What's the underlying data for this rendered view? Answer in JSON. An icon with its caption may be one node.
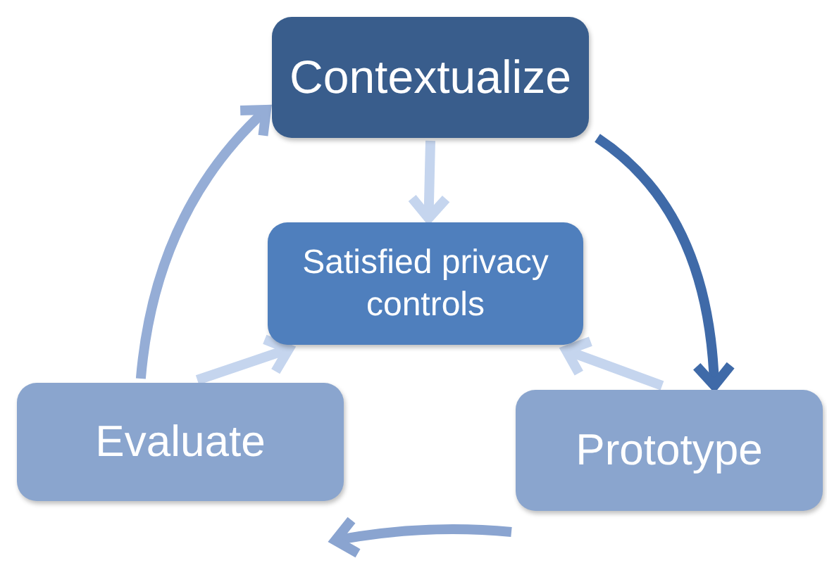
{
  "diagram": {
    "nodes": [
      {
        "text": [
          "Contextualize"
        ]
      },
      {
        "text": [
          "Satisfied privacy controls"
        ]
      },
      {
        "text": [
          "Evaluate"
        ]
      },
      {
        "text": [
          "Prototype"
        ]
      }
    ],
    "edges": [
      {
        "from": 0,
        "to": 1,
        "arrow": "to",
        "color": "#c5d5ee"
      },
      {
        "from": 0,
        "to": 3,
        "arrow": "to",
        "color": "#3f6aa8"
      },
      {
        "from": 3,
        "to": 2,
        "arrow": "to",
        "color": "#8aa4d0"
      },
      {
        "from": 2,
        "to": 0,
        "arrow": "to",
        "color": "#95add6"
      },
      {
        "from": 2,
        "to": 1,
        "arrow": "to",
        "color": "#c5d5ee"
      },
      {
        "from": 3,
        "to": 1,
        "arrow": "to",
        "color": "#c5d5ee"
      }
    ]
  }
}
